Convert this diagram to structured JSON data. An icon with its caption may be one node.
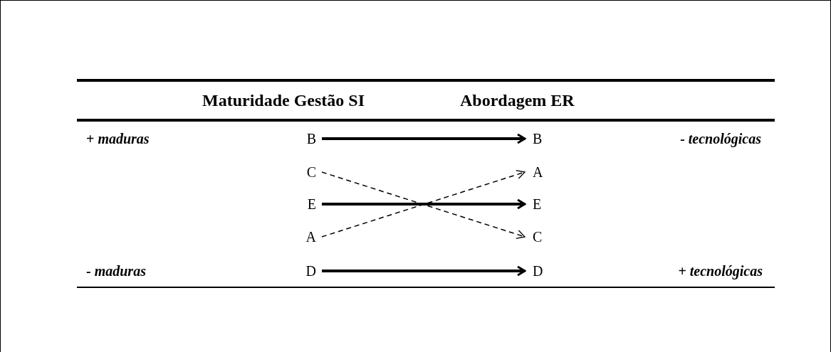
{
  "diagram": {
    "nodes": [
      {
        "text": [
          "B"
        ]
      },
      {
        "text": [
          "C"
        ]
      },
      {
        "text": [
          "E"
        ]
      },
      {
        "text": [
          "A"
        ]
      },
      {
        "text": [
          "D"
        ]
      },
      {
        "text": [
          "B"
        ]
      },
      {
        "text": [
          "A"
        ]
      },
      {
        "text": [
          "E"
        ]
      },
      {
        "text": [
          "C"
        ]
      },
      {
        "text": [
          "D"
        ]
      }
    ],
    "edges": [
      {
        "from": 0,
        "to": 5,
        "arrow": "to"
      },
      {
        "from": 1,
        "to": 8,
        "arrow": "to",
        "style": "dashed"
      },
      {
        "from": 2,
        "to": 7,
        "arrow": "to"
      },
      {
        "from": 3,
        "to": 6,
        "arrow": "to",
        "style": "dashed"
      },
      {
        "from": 4,
        "to": 9,
        "arrow": "to"
      }
    ],
    "labels": [
      "Maturidade Gestão SI",
      "Abordagem ER",
      "+ *maduras*",
      "- tecnológicas",
      "- *maduras*",
      "+ *tecnológicas*"
    ]
  }
}
